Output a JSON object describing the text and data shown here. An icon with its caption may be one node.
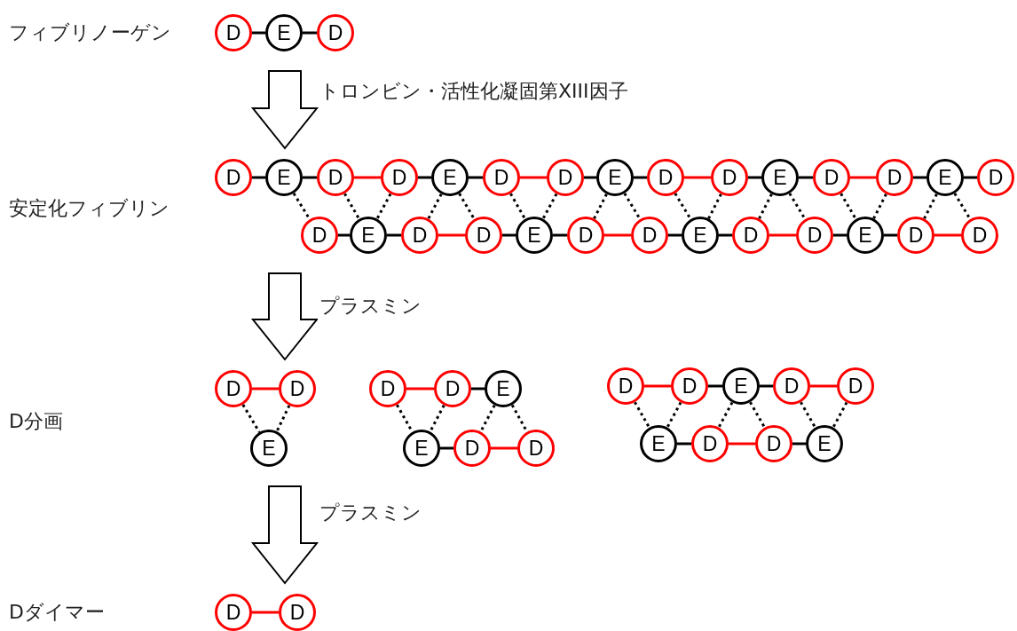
{
  "diagram": {
    "nodes": [
      {
        "text": [
          "D"
        ]
      },
      {
        "text": [
          "E"
        ]
      },
      {
        "text": [
          "D"
        ]
      },
      {
        "text": [
          "D"
        ]
      },
      {
        "text": [
          "E"
        ]
      },
      {
        "text": [
          "D"
        ]
      },
      {
        "text": [
          "D"
        ]
      },
      {
        "text": [
          "E"
        ]
      },
      {
        "text": [
          "D"
        ]
      },
      {
        "text": [
          "D"
        ]
      },
      {
        "text": [
          "E"
        ]
      },
      {
        "text": [
          "D"
        ]
      },
      {
        "text": [
          "D"
        ]
      },
      {
        "text": [
          "E"
        ]
      },
      {
        "text": [
          "D"
        ]
      },
      {
        "text": [
          "D"
        ]
      },
      {
        "text": [
          "E"
        ]
      },
      {
        "text": [
          "D"
        ]
      },
      {
        "text": [
          "D"
        ]
      },
      {
        "text": [
          "E"
        ]
      },
      {
        "text": [
          "D"
        ]
      },
      {
        "text": [
          "D"
        ]
      },
      {
        "text": [
          "E"
        ]
      },
      {
        "text": [
          "D"
        ]
      },
      {
        "text": [
          "D"
        ]
      },
      {
        "text": [
          "E"
        ]
      },
      {
        "text": [
          "D"
        ]
      },
      {
        "text": [
          "D"
        ]
      },
      {
        "text": [
          "E"
        ]
      },
      {
        "text": [
          "D"
        ]
      },
      {
        "text": [
          "D"
        ]
      },
      {
        "text": [
          "D"
        ]
      },
      {
        "text": [
          "D"
        ]
      },
      {
        "text": [
          "E"
        ]
      },
      {
        "text": [
          "D"
        ]
      },
      {
        "text": [
          "D"
        ]
      },
      {
        "text": [
          "E"
        ]
      },
      {
        "text": [
          "E"
        ]
      },
      {
        "text": [
          "D"
        ]
      },
      {
        "text": [
          "D"
        ]
      },
      {
        "text": [
          "D"
        ]
      },
      {
        "text": [
          "D"
        ]
      },
      {
        "text": [
          "E"
        ]
      },
      {
        "text": [
          "D"
        ]
      },
      {
        "text": [
          "D"
        ]
      },
      {
        "text": [
          "E"
        ]
      },
      {
        "text": [
          "D"
        ]
      },
      {
        "text": [
          "D"
        ]
      },
      {
        "text": [
          "E"
        ]
      },
      {
        "text": [
          "D"
        ]
      },
      {
        "text": [
          "D"
        ]
      }
    ],
    "edges": [
      {
        "from": 0,
        "to": 1,
        "arrow": "none"
      },
      {
        "from": 1,
        "to": 2,
        "arrow": "none"
      },
      {
        "from": 3,
        "to": 4,
        "arrow": "none"
      },
      {
        "from": 4,
        "to": 5,
        "arrow": "none"
      },
      {
        "from": 5,
        "to": 6,
        "arrow": "none",
        "color": "#ff0000"
      },
      {
        "from": 6,
        "to": 7,
        "arrow": "none"
      },
      {
        "from": 7,
        "to": 8,
        "arrow": "none"
      },
      {
        "from": 8,
        "to": 9,
        "arrow": "none",
        "color": "#ff0000"
      },
      {
        "from": 9,
        "to": 10,
        "arrow": "none"
      },
      {
        "from": 10,
        "to": 11,
        "arrow": "none"
      },
      {
        "from": 11,
        "to": 12,
        "arrow": "none",
        "color": "#ff0000"
      },
      {
        "from": 12,
        "to": 13,
        "arrow": "none"
      },
      {
        "from": 13,
        "to": 14,
        "arrow": "none"
      },
      {
        "from": 14,
        "to": 15,
        "arrow": "none",
        "color": "#ff0000"
      },
      {
        "from": 15,
        "to": 16,
        "arrow": "none"
      },
      {
        "from": 16,
        "to": 17,
        "arrow": "none"
      },
      {
        "from": 18,
        "to": 19,
        "arrow": "none"
      },
      {
        "from": 19,
        "to": 20,
        "arrow": "none"
      },
      {
        "from": 20,
        "to": 21,
        "arrow": "none",
        "color": "#ff0000"
      },
      {
        "from": 21,
        "to": 22,
        "arrow": "none"
      },
      {
        "from": 22,
        "to": 23,
        "arrow": "none"
      },
      {
        "from": 23,
        "to": 24,
        "arrow": "none",
        "color": "#ff0000"
      },
      {
        "from": 24,
        "to": 25,
        "arrow": "none"
      },
      {
        "from": 25,
        "to": 26,
        "arrow": "none"
      },
      {
        "from": 26,
        "to": 27,
        "arrow": "none",
        "color": "#ff0000"
      },
      {
        "from": 27,
        "to": 28,
        "arrow": "none"
      },
      {
        "from": 28,
        "to": 29,
        "arrow": "none"
      },
      {
        "from": 29,
        "to": 30,
        "arrow": "none",
        "color": "#ff0000"
      },
      {
        "from": 4,
        "to": 18,
        "arrow": "none",
        "style": "dashed"
      },
      {
        "from": 5,
        "to": 19,
        "arrow": "none",
        "style": "dashed"
      },
      {
        "from": 6,
        "to": 19,
        "arrow": "none",
        "style": "dashed"
      },
      {
        "from": 7,
        "to": 20,
        "arrow": "none",
        "style": "dashed"
      },
      {
        "from": 7,
        "to": 21,
        "arrow": "none",
        "style": "dashed"
      },
      {
        "from": 8,
        "to": 22,
        "arrow": "none",
        "style": "dashed"
      },
      {
        "from": 9,
        "to": 22,
        "arrow": "none",
        "style": "dashed"
      },
      {
        "from": 10,
        "to": 23,
        "arrow": "none",
        "style": "dashed"
      },
      {
        "from": 10,
        "to": 24,
        "arrow": "none",
        "style": "dashed"
      },
      {
        "from": 11,
        "to": 25,
        "arrow": "none",
        "style": "dashed"
      },
      {
        "from": 12,
        "to": 25,
        "arrow": "none",
        "style": "dashed"
      },
      {
        "from": 13,
        "to": 26,
        "arrow": "none",
        "style": "dashed"
      },
      {
        "from": 13,
        "to": 27,
        "arrow": "none",
        "style": "dashed"
      },
      {
        "from": 14,
        "to": 28,
        "arrow": "none",
        "style": "dashed"
      },
      {
        "from": 15,
        "to": 28,
        "arrow": "none",
        "style": "dashed"
      },
      {
        "from": 16,
        "to": 29,
        "arrow": "none",
        "style": "dashed"
      },
      {
        "from": 16,
        "to": 30,
        "arrow": "none",
        "style": "dashed"
      },
      {
        "from": 31,
        "to": 32,
        "arrow": "none",
        "color": "#ff0000"
      },
      {
        "from": 31,
        "to": 33,
        "arrow": "none",
        "style": "dashed"
      },
      {
        "from": 32,
        "to": 33,
        "arrow": "none",
        "style": "dashed"
      },
      {
        "from": 34,
        "to": 35,
        "arrow": "none",
        "color": "#ff0000"
      },
      {
        "from": 35,
        "to": 36,
        "arrow": "none"
      },
      {
        "from": 37,
        "to": 38,
        "arrow": "none"
      },
      {
        "from": 38,
        "to": 39,
        "arrow": "none",
        "color": "#ff0000"
      },
      {
        "from": 34,
        "to": 37,
        "arrow": "none",
        "style": "dashed"
      },
      {
        "from": 35,
        "to": 37,
        "arrow": "none",
        "style": "dashed"
      },
      {
        "from": 36,
        "to": 38,
        "arrow": "none",
        "style": "dashed"
      },
      {
        "from": 36,
        "to": 39,
        "arrow": "none",
        "style": "dashed"
      },
      {
        "from": 40,
        "to": 41,
        "arrow": "none",
        "color": "#ff0000"
      },
      {
        "from": 41,
        "to": 42,
        "arrow": "none"
      },
      {
        "from": 42,
        "to": 43,
        "arrow": "none"
      },
      {
        "from": 43,
        "to": 44,
        "arrow": "none",
        "color": "#ff0000"
      },
      {
        "from": 45,
        "to": 46,
        "arrow": "none"
      },
      {
        "from": 46,
        "to": 47,
        "arrow": "none",
        "color": "#ff0000"
      },
      {
        "from": 47,
        "to": 48,
        "arrow": "none"
      },
      {
        "from": 40,
        "to": 45,
        "arrow": "none",
        "style": "dashed"
      },
      {
        "from": 41,
        "to": 45,
        "arrow": "none",
        "style": "dashed"
      },
      {
        "from": 42,
        "to": 46,
        "arrow": "none",
        "style": "dashed"
      },
      {
        "from": 42,
        "to": 47,
        "arrow": "none",
        "style": "dashed"
      },
      {
        "from": 43,
        "to": 48,
        "arrow": "none",
        "style": "dashed"
      },
      {
        "from": 44,
        "to": 48,
        "arrow": "none",
        "style": "dashed"
      },
      {
        "from": 49,
        "to": 50,
        "arrow": "none",
        "color": "#ff0000"
      },
      {
        "from": 1,
        "to": 4,
        "arrow": "to",
        "style": "thick",
        "label": "トロンビン・活性化凝固第XIII因子"
      },
      {
        "from": 18,
        "to": 31,
        "arrow": "to",
        "style": "thick",
        "label": "プラスミン"
      },
      {
        "from": 33,
        "to": 49,
        "arrow": "to",
        "style": "thick",
        "label": "プラスミン"
      }
    ],
    "labels": [
      "フィブリノーゲン",
      "安定化フィブリン",
      "D分画",
      "Dダイマー"
    ]
  }
}
